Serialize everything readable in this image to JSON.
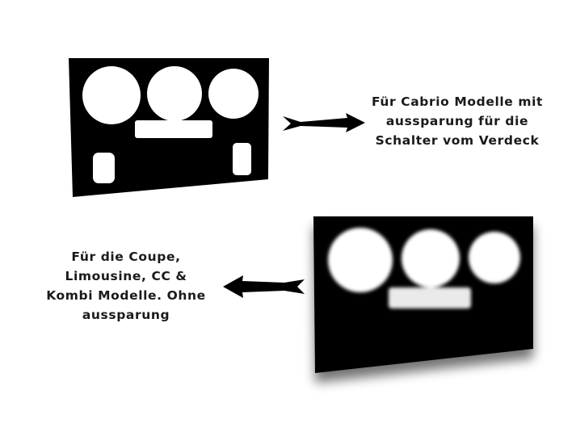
{
  "captions": {
    "cabrio": {
      "lines": [
        "Für Cabrio Modelle mit",
        "aussparung für die",
        "Schalter vom Verdeck"
      ]
    },
    "coupe": {
      "lines": [
        "Für die Coupe,",
        "Limousine, CC &",
        "Kombi Modelle. Ohne",
        "aussparung"
      ]
    }
  },
  "colors": {
    "panel": "#000000",
    "background": "#ffffff",
    "text": "#1a1a1a"
  },
  "icons": {
    "arrow_right": "arrow-right-icon",
    "arrow_left": "arrow-left-icon"
  }
}
